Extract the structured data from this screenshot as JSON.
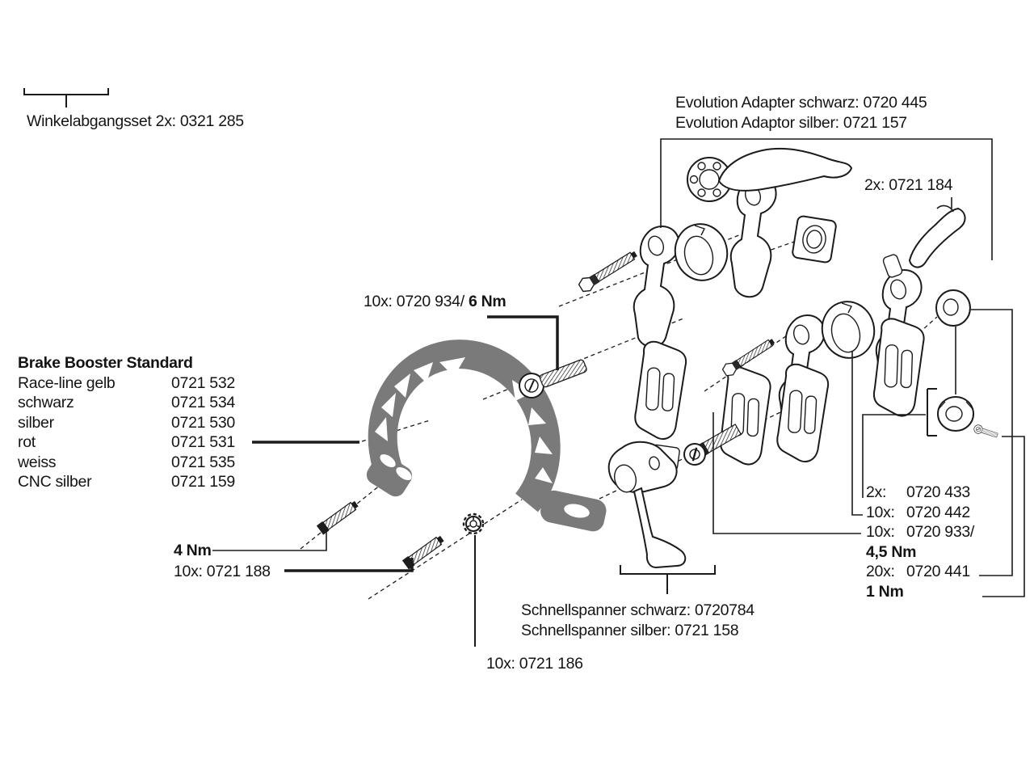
{
  "diagram": {
    "winkelabgangsset": {
      "label": "Winkelabgangsset 2x: 0321 285"
    },
    "evolution_adapter": {
      "line1": "Evolution Adapter schwarz: 0720 445",
      "line2": "Evolution Adaptor silber: 0721 157"
    },
    "adapter_clamp": {
      "label": "2x: 0721 184"
    },
    "booster_bolt": {
      "label": "10x: 0720 934/ ",
      "torque": "6 Nm"
    },
    "brake_booster": {
      "title": "Brake Booster Standard",
      "rows": [
        {
          "name": "Race-line gelb",
          "code": "0721 532"
        },
        {
          "name": "schwarz",
          "code": "0721 534"
        },
        {
          "name": "silber",
          "code": "0721 530"
        },
        {
          "name": "rot",
          "code": "0721 531"
        },
        {
          "name": "weiss",
          "code": "0721 535"
        },
        {
          "name": "CNC silber",
          "code": "0721 159"
        }
      ]
    },
    "mount_bolt": {
      "torque": "4 Nm",
      "label": "10x: 0721 188"
    },
    "schnellspanner": {
      "line1": "Schnellspanner schwarz: 0720784",
      "line2": "Schnellspanner silber: 0721 158"
    },
    "booster_nut": {
      "label": "10x: 0721 186"
    },
    "right_parts": {
      "row1_qty": "2x:",
      "row1_code": "0720 433",
      "row2_qty": "10x:",
      "row2_code": "0720 442",
      "row3_qty": "10x:",
      "row3_code": "0720 933/",
      "row3_torque": "4,5 Nm",
      "row4_qty": "20x:",
      "row4_code": "0720 441",
      "row4_torque": "1 Nm"
    },
    "colors": {
      "booster_fill": "#7a7a7a",
      "line": "#1b1b1b",
      "background": "#ffffff"
    }
  }
}
